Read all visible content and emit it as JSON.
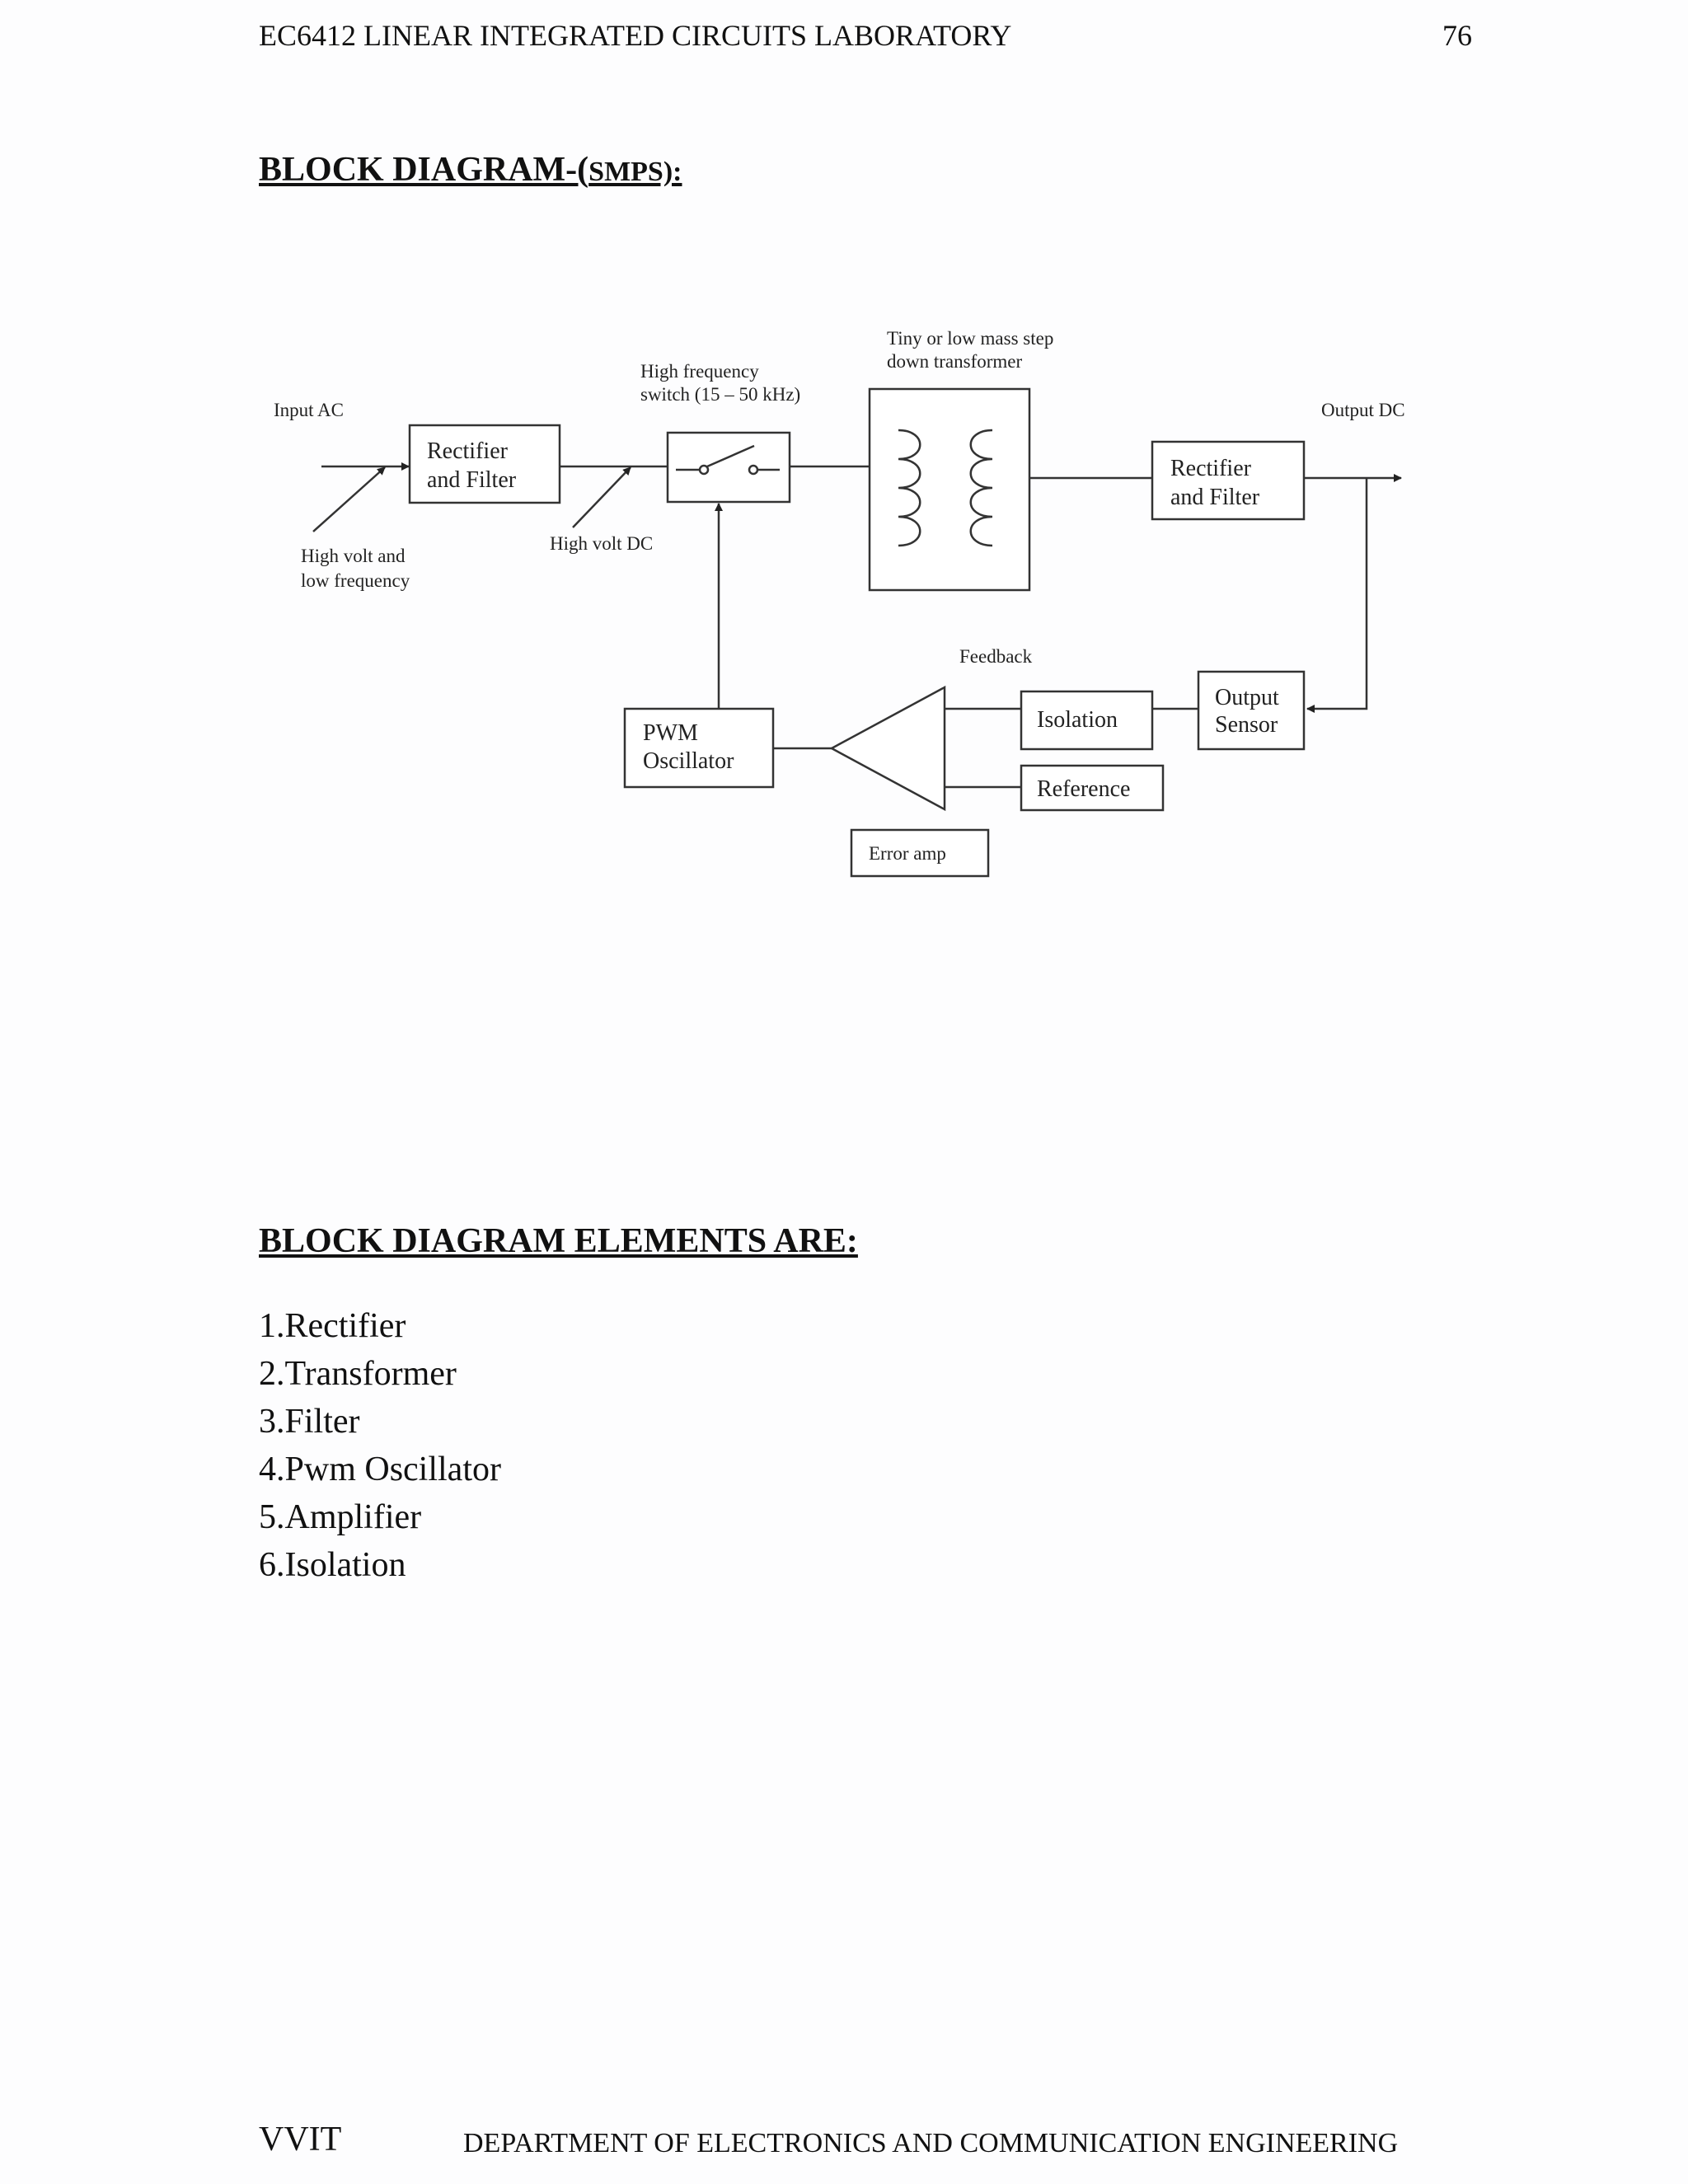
{
  "header": {
    "title": "EC6412 LINEAR INTEGRATED CIRCUITS LABORATORY",
    "page_number": "76"
  },
  "block_diagram_heading": {
    "main": "BLOCK DIAGRAM-(",
    "small": "SMPS):"
  },
  "diagram": {
    "input_label": "Input AC",
    "output_label": "Output DC",
    "input_note_line1": "High volt and",
    "input_note_line2": "low frequency",
    "rectifier1_line1": "Rectifier",
    "rectifier1_line2": "and Filter",
    "high_volt_dc": "High volt DC",
    "switch_label_line1": "High frequency",
    "switch_label_line2": "switch (15 – 50 kHz)",
    "transformer_label_line1": "Tiny or low mass step",
    "transformer_label_line2": "down transformer",
    "rectifier2_line1": "Rectifier",
    "rectifier2_line2": "and Filter",
    "feedback_label": "Feedback",
    "isolation": "Isolation",
    "output_sensor_line1": "Output",
    "output_sensor_line2": "Sensor",
    "reference": "Reference",
    "pwm_line1": "PWM",
    "pwm_line2": "Oscillator",
    "error_amp": "Error amp"
  },
  "elements_heading": "BLOCK DIAGRAM ELEMENTS ARE:",
  "elements": [
    "1.Rectifier",
    "2.Transformer",
    "3.Filter",
    "4.Pwm Oscillator",
    "5.Amplifier",
    "6.Isolation"
  ],
  "footer": {
    "left": "VVIT",
    "right": "DEPARTMENT OF ELECTRONICS AND COMMUNICATION ENGINEERING"
  }
}
